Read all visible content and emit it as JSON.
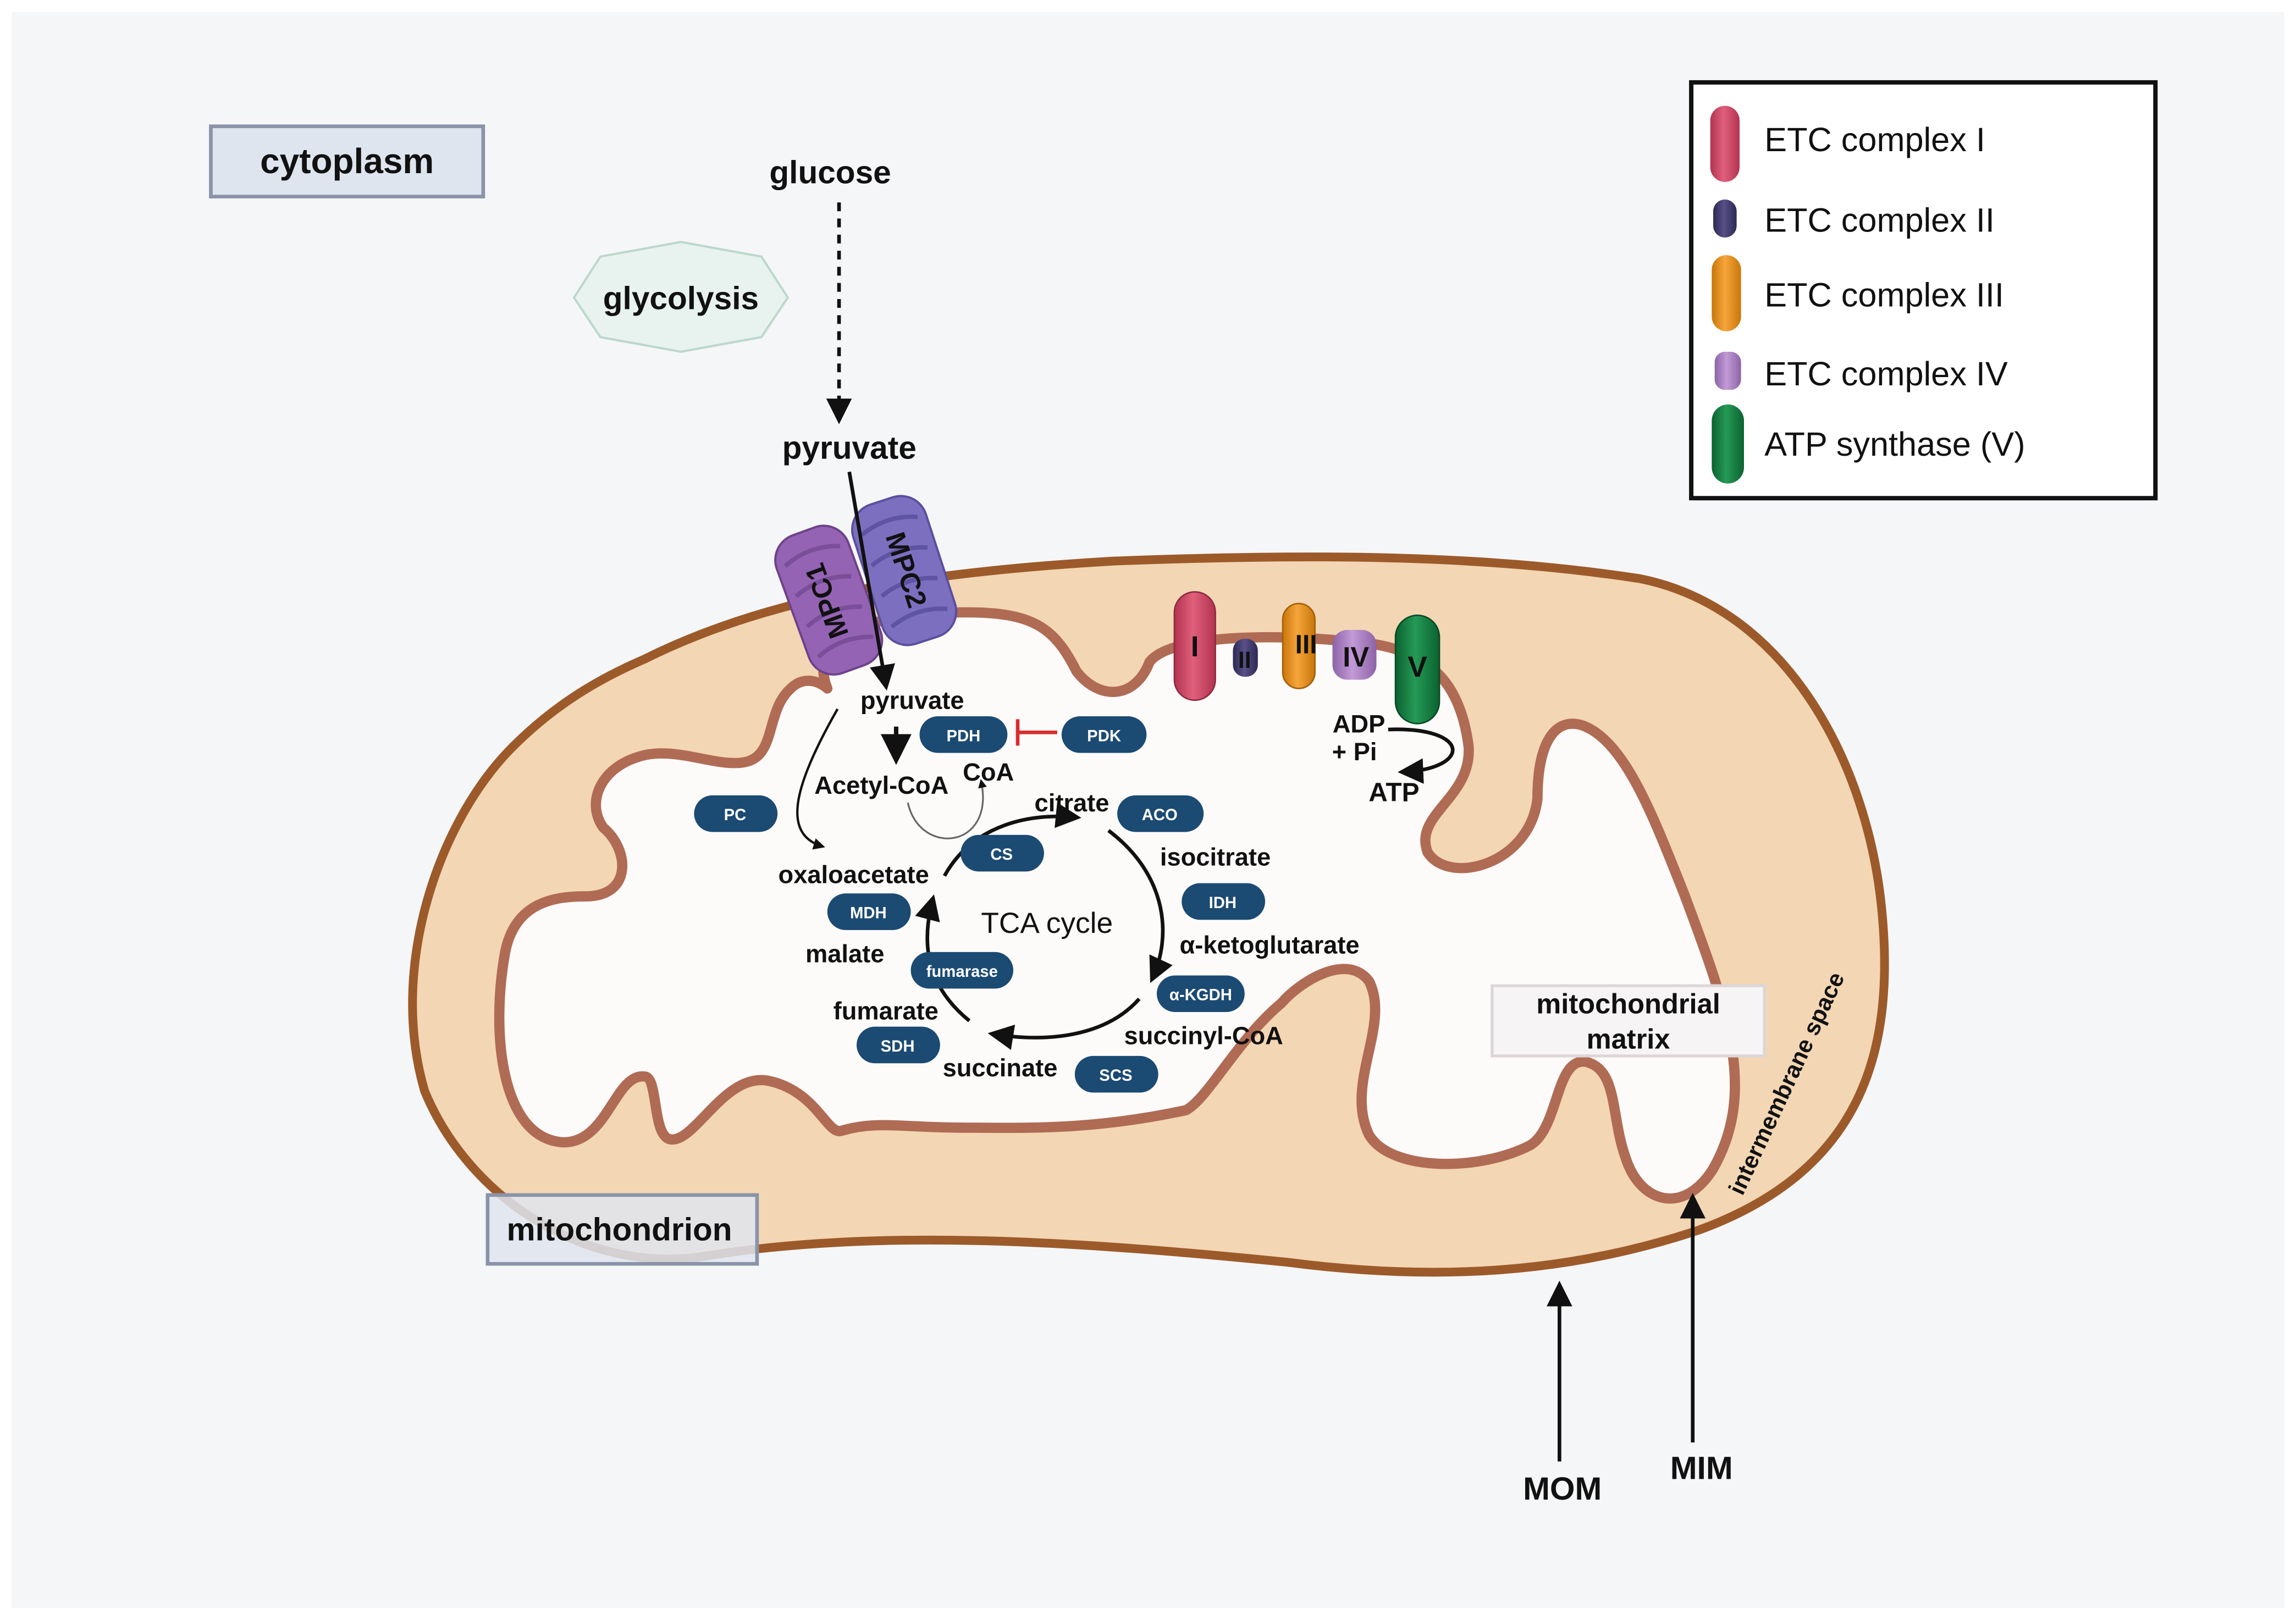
{
  "labels": {
    "cytoplasm": "cytoplasm",
    "glucose": "glucose",
    "glycolysis": "glycolysis",
    "pyruvate_outer": "pyruvate",
    "pyruvate_inner": "pyruvate",
    "mpc1": "MPC1",
    "mpc2": "MPC2",
    "acetyl_coa": "Acetyl-CoA",
    "coa": "CoA",
    "citrate": "citrate",
    "isocitrate": "isocitrate",
    "alpha_ketoglutarate": "α-ketoglutarate",
    "succinyl_coa": "succinyl-CoA",
    "succinate": "succinate",
    "fumarate": "fumarate",
    "malate": "malate",
    "oxaloacetate": "oxaloacetate",
    "tca_cycle": "TCA cycle",
    "adp_pi_line1": "ADP",
    "adp_pi_line2": "+ Pi",
    "atp": "ATP",
    "mitochondrial_matrix_line1": "mitochondrial",
    "mitochondrial_matrix_line2": "matrix",
    "intermembrane_space": "intermembrane space",
    "mitochondrion": "mitochondrion",
    "mom": "MOM",
    "mim": "MIM"
  },
  "enzymes": {
    "pdh": "PDH",
    "pdk": "PDK",
    "pc": "PC",
    "aco": "ACO",
    "cs": "CS",
    "idh": "IDH",
    "mdh": "MDH",
    "fumarase": "fumarase",
    "akgdh": "α-KGDH",
    "sdh": "SDH",
    "scs": "SCS"
  },
  "complexes": {
    "c1": "I",
    "c2": "II",
    "c3": "III",
    "c4": "IV",
    "c5": "V"
  },
  "legend": [
    {
      "label": "ETC complex I",
      "color": "#cc3d5e"
    },
    {
      "label": "ETC complex II",
      "color": "#3b3568"
    },
    {
      "label": "ETC complex III",
      "color": "#e08b12"
    },
    {
      "label": "ETC complex IV",
      "color": "#a57bbd"
    },
    {
      "label": "ATP synthase (V)",
      "color": "#127a3e"
    }
  ],
  "colors": {
    "background": "#f5f6f8",
    "outer_membrane": "#9c5a2a",
    "intermembrane_fill": "#f3d6b4",
    "inner_membrane": "#b06b55",
    "matrix_fill": "#fdfbfa",
    "enzyme_pill": "#1b4a73",
    "inhibition": "#d62f2f",
    "mpc1": "#9463b3",
    "mpc2": "#7c6fc0"
  }
}
